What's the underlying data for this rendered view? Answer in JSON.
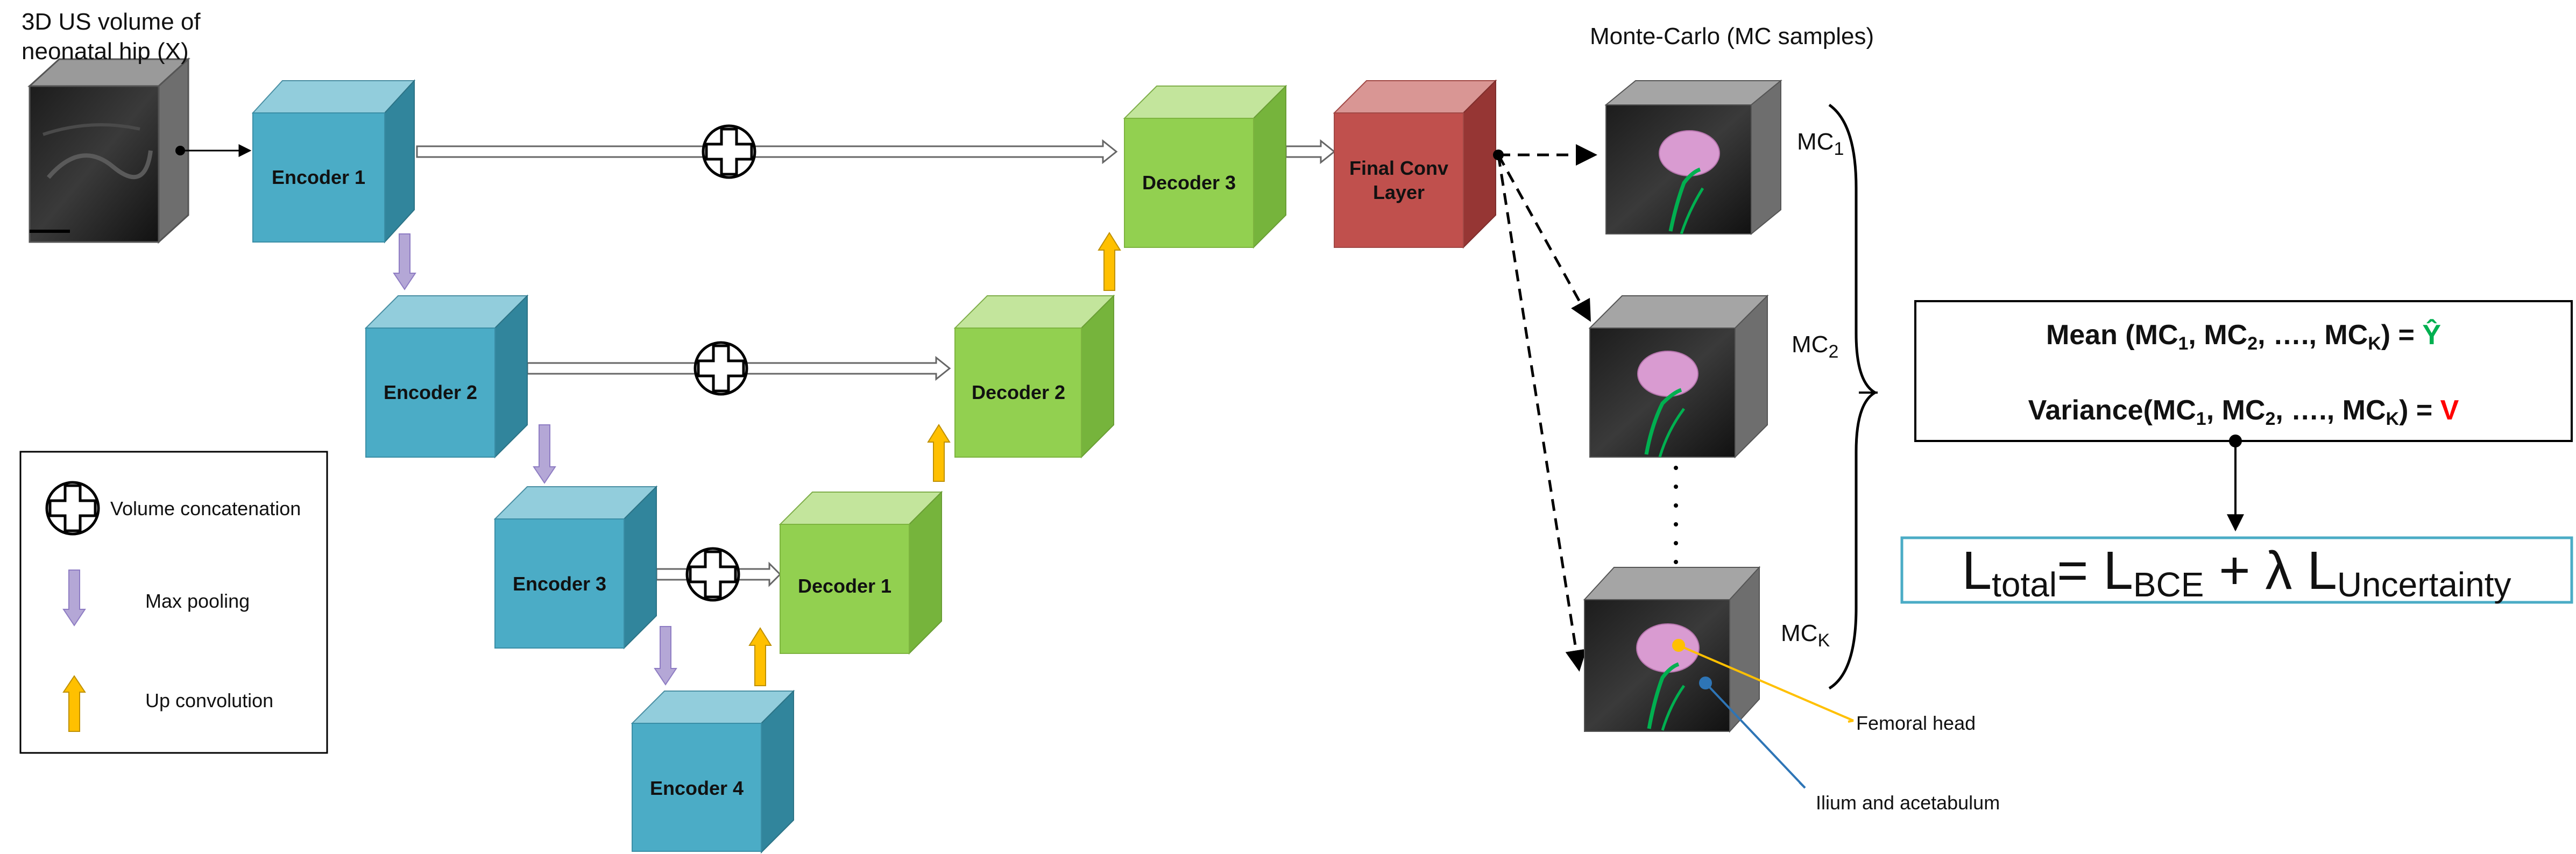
{
  "input_label_line1": "3D US volume of",
  "input_label_line2": "neonatal hip (X)",
  "encoders": [
    "Encoder 1",
    "Encoder 2",
    "Encoder 3",
    "Encoder 4"
  ],
  "decoders": [
    "Decoder 1",
    "Decoder 2",
    "Decoder 3"
  ],
  "final_conv_line1": "Final Conv",
  "final_conv_line2": "Layer",
  "mc_title": "Monte-Carlo (MC samples)",
  "mc_labels": [
    {
      "main": "MC",
      "sub": "1"
    },
    {
      "main": "MC",
      "sub": "2"
    },
    {
      "main": "MC",
      "sub": "K"
    }
  ],
  "legend": {
    "concat": "Volume concatenation",
    "maxpool": "Max pooling",
    "upconv": "Up convolution"
  },
  "mean_eq": {
    "prefix": "Mean (MC",
    "sep": ", MC",
    "dots": ", …., MC",
    "close": ") = ",
    "result": "Ŷ"
  },
  "var_eq": {
    "prefix": "Variance(MC",
    "sep": ", MC",
    "dots": ", …., MC",
    "close": ") = ",
    "result": "V"
  },
  "sub_1": "1",
  "sub_2": "2",
  "sub_k": "K",
  "loss": {
    "l": "L",
    "total": "total",
    "eq": "= L",
    "bce": "BCE",
    "plus": " + λ L",
    "unc": "Uncertainty"
  },
  "annotations": {
    "femoral": "Femoral head",
    "ilium": "Ilium and acetabulum"
  },
  "colors": {
    "encoder": "#4bacc6",
    "decoder": "#92d050",
    "final": "#c0504d",
    "pool": "#b4a7d6",
    "upconv": "#ffc000",
    "green": "#00b050",
    "red": "#ff0000",
    "loss_border": "#4bacc6",
    "femoral_line": "#ffc000",
    "ilium_line": "#2e75b6"
  }
}
